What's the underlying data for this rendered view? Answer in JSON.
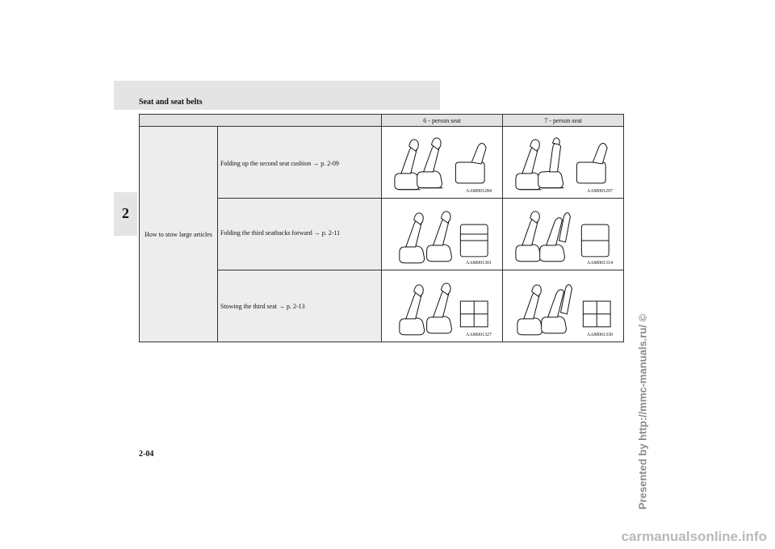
{
  "header": {
    "title": "Seat and seat belts"
  },
  "side_tab": {
    "label": "2"
  },
  "table": {
    "columns": [
      "",
      "6 - person seat",
      "7 - person seat"
    ],
    "group_label": "How to stow large articles",
    "rows": [
      {
        "desc": "Folding up the second seat cushion → p. 2-09",
        "code6": "AAM001284",
        "code7": "AAM001297"
      },
      {
        "desc": "Folding the third seatbacks forward → p. 2-11",
        "code6": "AAM001301",
        "code7": "AAM001314"
      },
      {
        "desc": "Stowing the third seat → p. 2-13",
        "code6": "AAM001327",
        "code7": "AAM001330"
      }
    ]
  },
  "footer": {
    "page_number": "2-04"
  },
  "watermark": {
    "text": "Presented by http://mmc-manuals.ru/ ©"
  },
  "site": {
    "text": "carmanualsonline.info"
  },
  "colors": {
    "band": "#e4e4e4",
    "cell": "#ededed",
    "head": "#e2e2e2"
  }
}
